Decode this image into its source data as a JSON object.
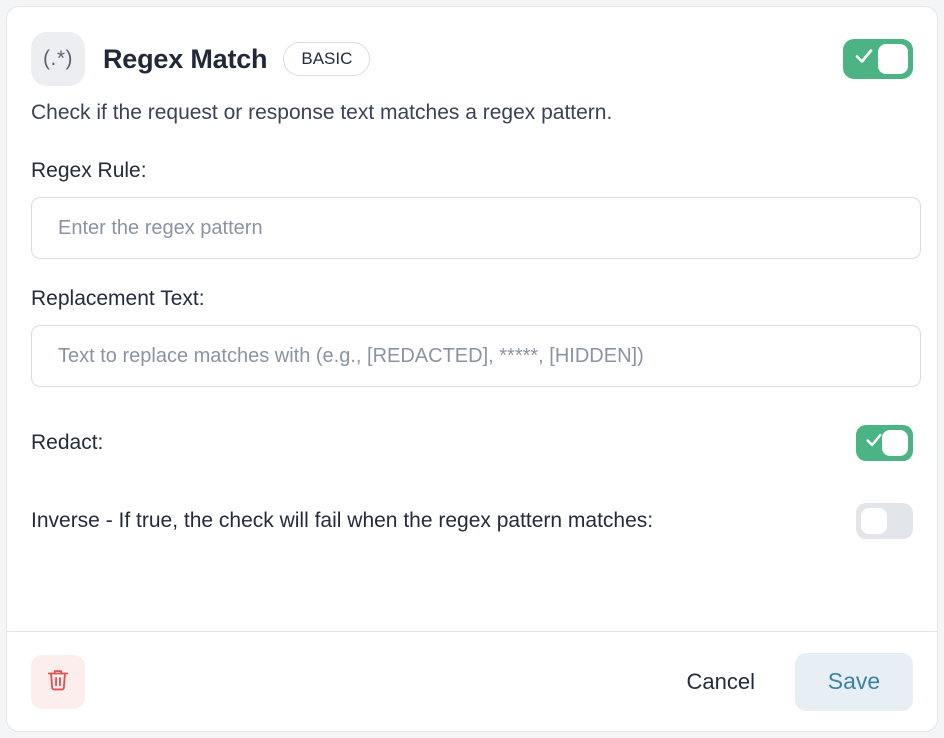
{
  "card": {
    "header": {
      "icon_glyph": "(.*)",
      "icon_name": "regex-icon",
      "title": "Regex Match",
      "badge": "BASIC",
      "enabled_toggle": {
        "name": "plugin-enabled-toggle",
        "state": "on"
      }
    },
    "description": "Check if the request or response text matches a regex pattern.",
    "fields": [
      {
        "name": "regex-rule",
        "label": "Regex Rule:",
        "value": "",
        "placeholder": "Enter the regex pattern"
      },
      {
        "name": "replacement-text",
        "label": "Replacement Text:",
        "value": "",
        "placeholder": "Text to replace matches with (e.g., [REDACTED], *****, [HIDDEN])"
      }
    ],
    "switches": [
      {
        "name": "redact-toggle",
        "label": "Redact:",
        "state": "on"
      },
      {
        "name": "inverse-toggle",
        "label": "Inverse - If true, the check will fail when the regex pattern matches:",
        "state": "off"
      }
    ],
    "footer": {
      "delete_icon": "trash-icon",
      "cancel_label": "Cancel",
      "save_label": "Save"
    }
  },
  "colors": {
    "toggle_on": "#4cb385",
    "toggle_off": "#e2e5ea",
    "save_text": "#3c82a4",
    "save_bg": "#e7eff4",
    "delete_bg": "#fdeeee",
    "delete_icon": "#e05252",
    "card_bg": "#ffffff",
    "page_bg": "#f4f5f7",
    "text_primary": "#242b3d",
    "text_placeholder": "#8b93a3"
  }
}
